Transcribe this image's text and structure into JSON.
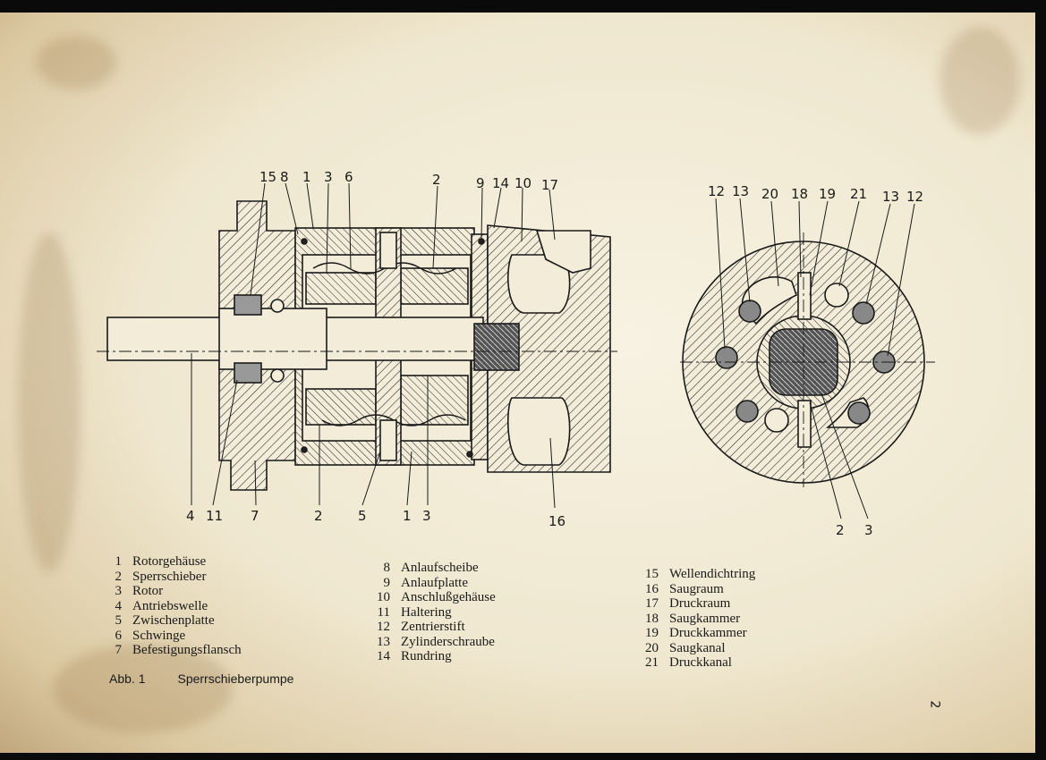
{
  "caption": {
    "fig": "Abb. 1",
    "title": "Sperrschieberpumpe"
  },
  "page_mark": "2",
  "legend_col1": [
    {
      "n": "1",
      "label": "Rotorgehäuse"
    },
    {
      "n": "2",
      "label": "Sperrschieber"
    },
    {
      "n": "3",
      "label": "Rotor"
    },
    {
      "n": "4",
      "label": "Antriebswelle"
    },
    {
      "n": "5",
      "label": "Zwischenplatte"
    },
    {
      "n": "6",
      "label": "Schwinge"
    },
    {
      "n": "7",
      "label": "Befestigungsflansch"
    }
  ],
  "legend_col2": [
    {
      "n": "8",
      "label": "Anlaufscheibe"
    },
    {
      "n": "9",
      "label": "Anlaufplatte"
    },
    {
      "n": "10",
      "label": "Anschlußgehäuse"
    },
    {
      "n": "11",
      "label": "Haltering"
    },
    {
      "n": "12",
      "label": "Zentrierstift"
    },
    {
      "n": "13",
      "label": "Zylinderschraube"
    },
    {
      "n": "14",
      "label": "Rundring"
    }
  ],
  "legend_col3": [
    {
      "n": "15",
      "label": "Wellendichtring"
    },
    {
      "n": "16",
      "label": "Saugraum"
    },
    {
      "n": "17",
      "label": "Druckraum"
    },
    {
      "n": "18",
      "label": "Saugkammer"
    },
    {
      "n": "19",
      "label": "Druckkammer"
    },
    {
      "n": "20",
      "label": "Saugkanal"
    },
    {
      "n": "21",
      "label": "Druckkanal"
    }
  ],
  "side_view_callouts": {
    "top": [
      "15",
      "8",
      "1",
      "3",
      "6",
      "2",
      "9",
      "14",
      "10",
      "17"
    ],
    "bottom": [
      "4",
      "11",
      "7",
      "2",
      "5",
      "1",
      "3",
      "16"
    ]
  },
  "end_view_callouts": {
    "top": [
      "12",
      "13",
      "20",
      "18",
      "19",
      "21",
      "13",
      "12"
    ],
    "bottom": [
      "2",
      "3"
    ]
  }
}
